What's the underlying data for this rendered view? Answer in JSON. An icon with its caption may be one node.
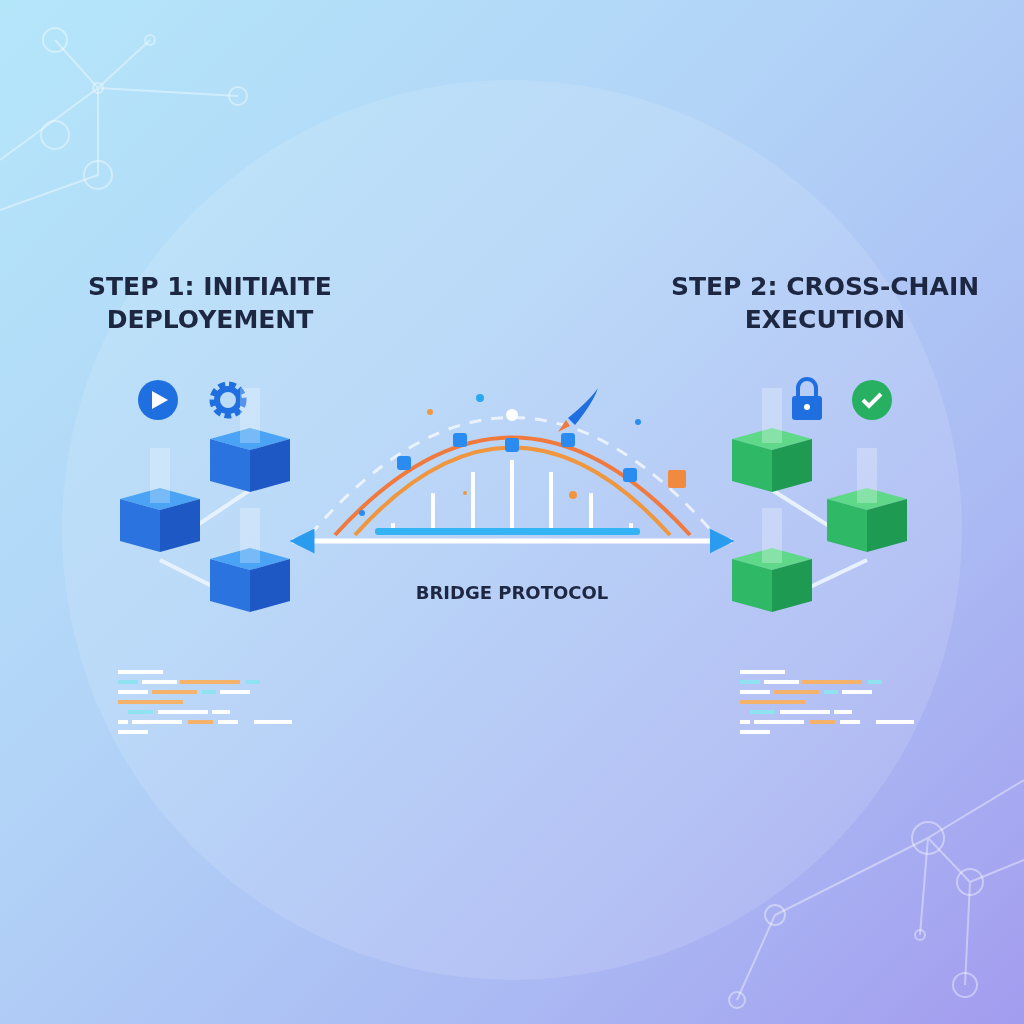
{
  "diagram": {
    "nodes": [
      {
        "text": [],
        "shape": "picture"
      },
      {
        "text": [],
        "shape": "picture"
      }
    ],
    "edges": [
      {
        "from": 0,
        "to": 1,
        "arrow": "both",
        "label": "BRIDGE PROTOCOL"
      }
    ],
    "labels": [
      "STEP 1: INITIAITE DEPLOYEMENT",
      "STEP 2: CROSS-CHAIN EXECUTION"
    ]
  }
}
